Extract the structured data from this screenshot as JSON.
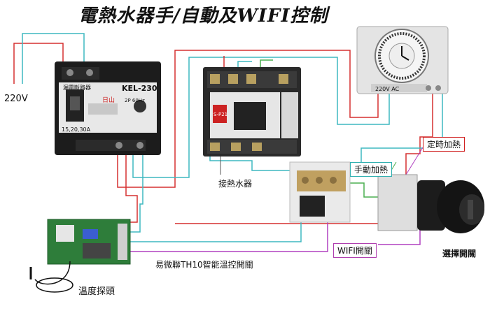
{
  "title": "電熱水器手/自動及WIFI控制",
  "labels": {
    "voltage": "220V",
    "contactor": "接熱水器",
    "timer_heating": "定時加熱",
    "manual_heating": "手動加熱",
    "selector_switch": "選擇開關",
    "wifi_switch": "WIFI開關",
    "wifi_module": "易微聯TH10智能溫控開關",
    "temp_probe": "溫度探頭"
  },
  "breaker": {
    "brand": "KEL-230",
    "header": "漏電斷路器",
    "rating": "15,20,30A",
    "spec": "2P 60Hz",
    "logo": "日山"
  },
  "contactor_device": {
    "model": "S-P21"
  },
  "timer_device": {
    "voltage": "220V AC"
  },
  "colors": {
    "wire_red": "#d63030",
    "wire_teal": "#3fb8c0",
    "wire_purple": "#b040c0",
    "wire_green": "#4caf50"
  }
}
